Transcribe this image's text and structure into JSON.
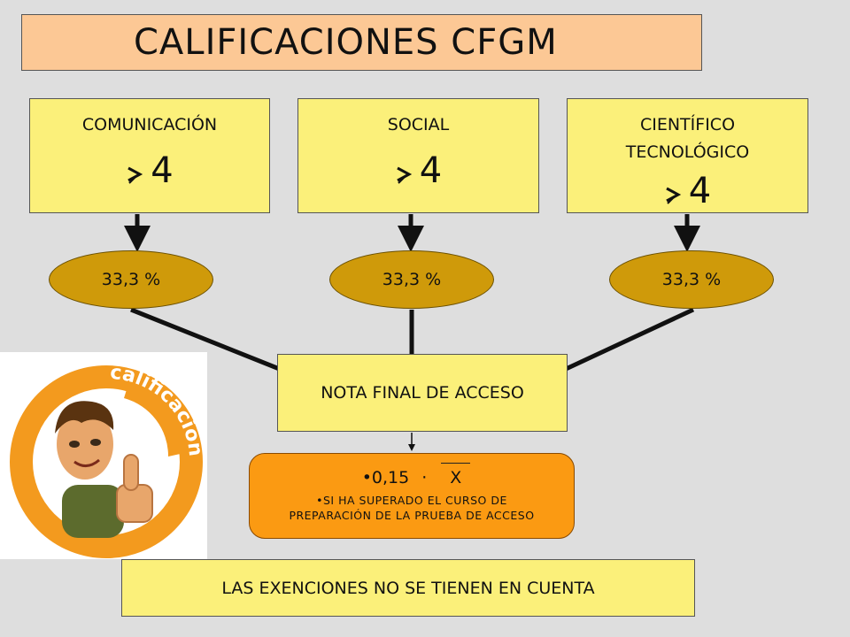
{
  "title": "CALIFICACIONES CFGM",
  "areas": [
    {
      "label_lines": [
        "COMUNICACIÓN"
      ],
      "grade": "4",
      "percent": "33,3 %"
    },
    {
      "label_lines": [
        "SOCIAL"
      ],
      "grade": "4",
      "percent": "33,3 %"
    },
    {
      "label_lines": [
        "CIENTÍFICO",
        "TECNOLÓGICO"
      ],
      "grade": "4",
      "percent": "33,3 %"
    }
  ],
  "final": {
    "label": "NOTA FINAL DE ACCESO"
  },
  "formula": {
    "bullet": "•",
    "coef": "0,15",
    "op": "·",
    "var": "X",
    "note_line1": "SI HA SUPERADO EL CURSO DE",
    "note_line2": "PREPARACIÓN DE LA PRUEBA DE ACCESO"
  },
  "exenciones": "LAS EXENCIONES NO SE TIENEN EN CUENTA",
  "logo": {
    "text": "calificaciones",
    "ring_color": "#f39a1e",
    "text_color": "#ffffff"
  },
  "colors": {
    "yellow_box": "#fbf07a",
    "title_box": "#fcc895",
    "ellipse": "#cf9a0a",
    "formula_box": "#fb9a12"
  }
}
